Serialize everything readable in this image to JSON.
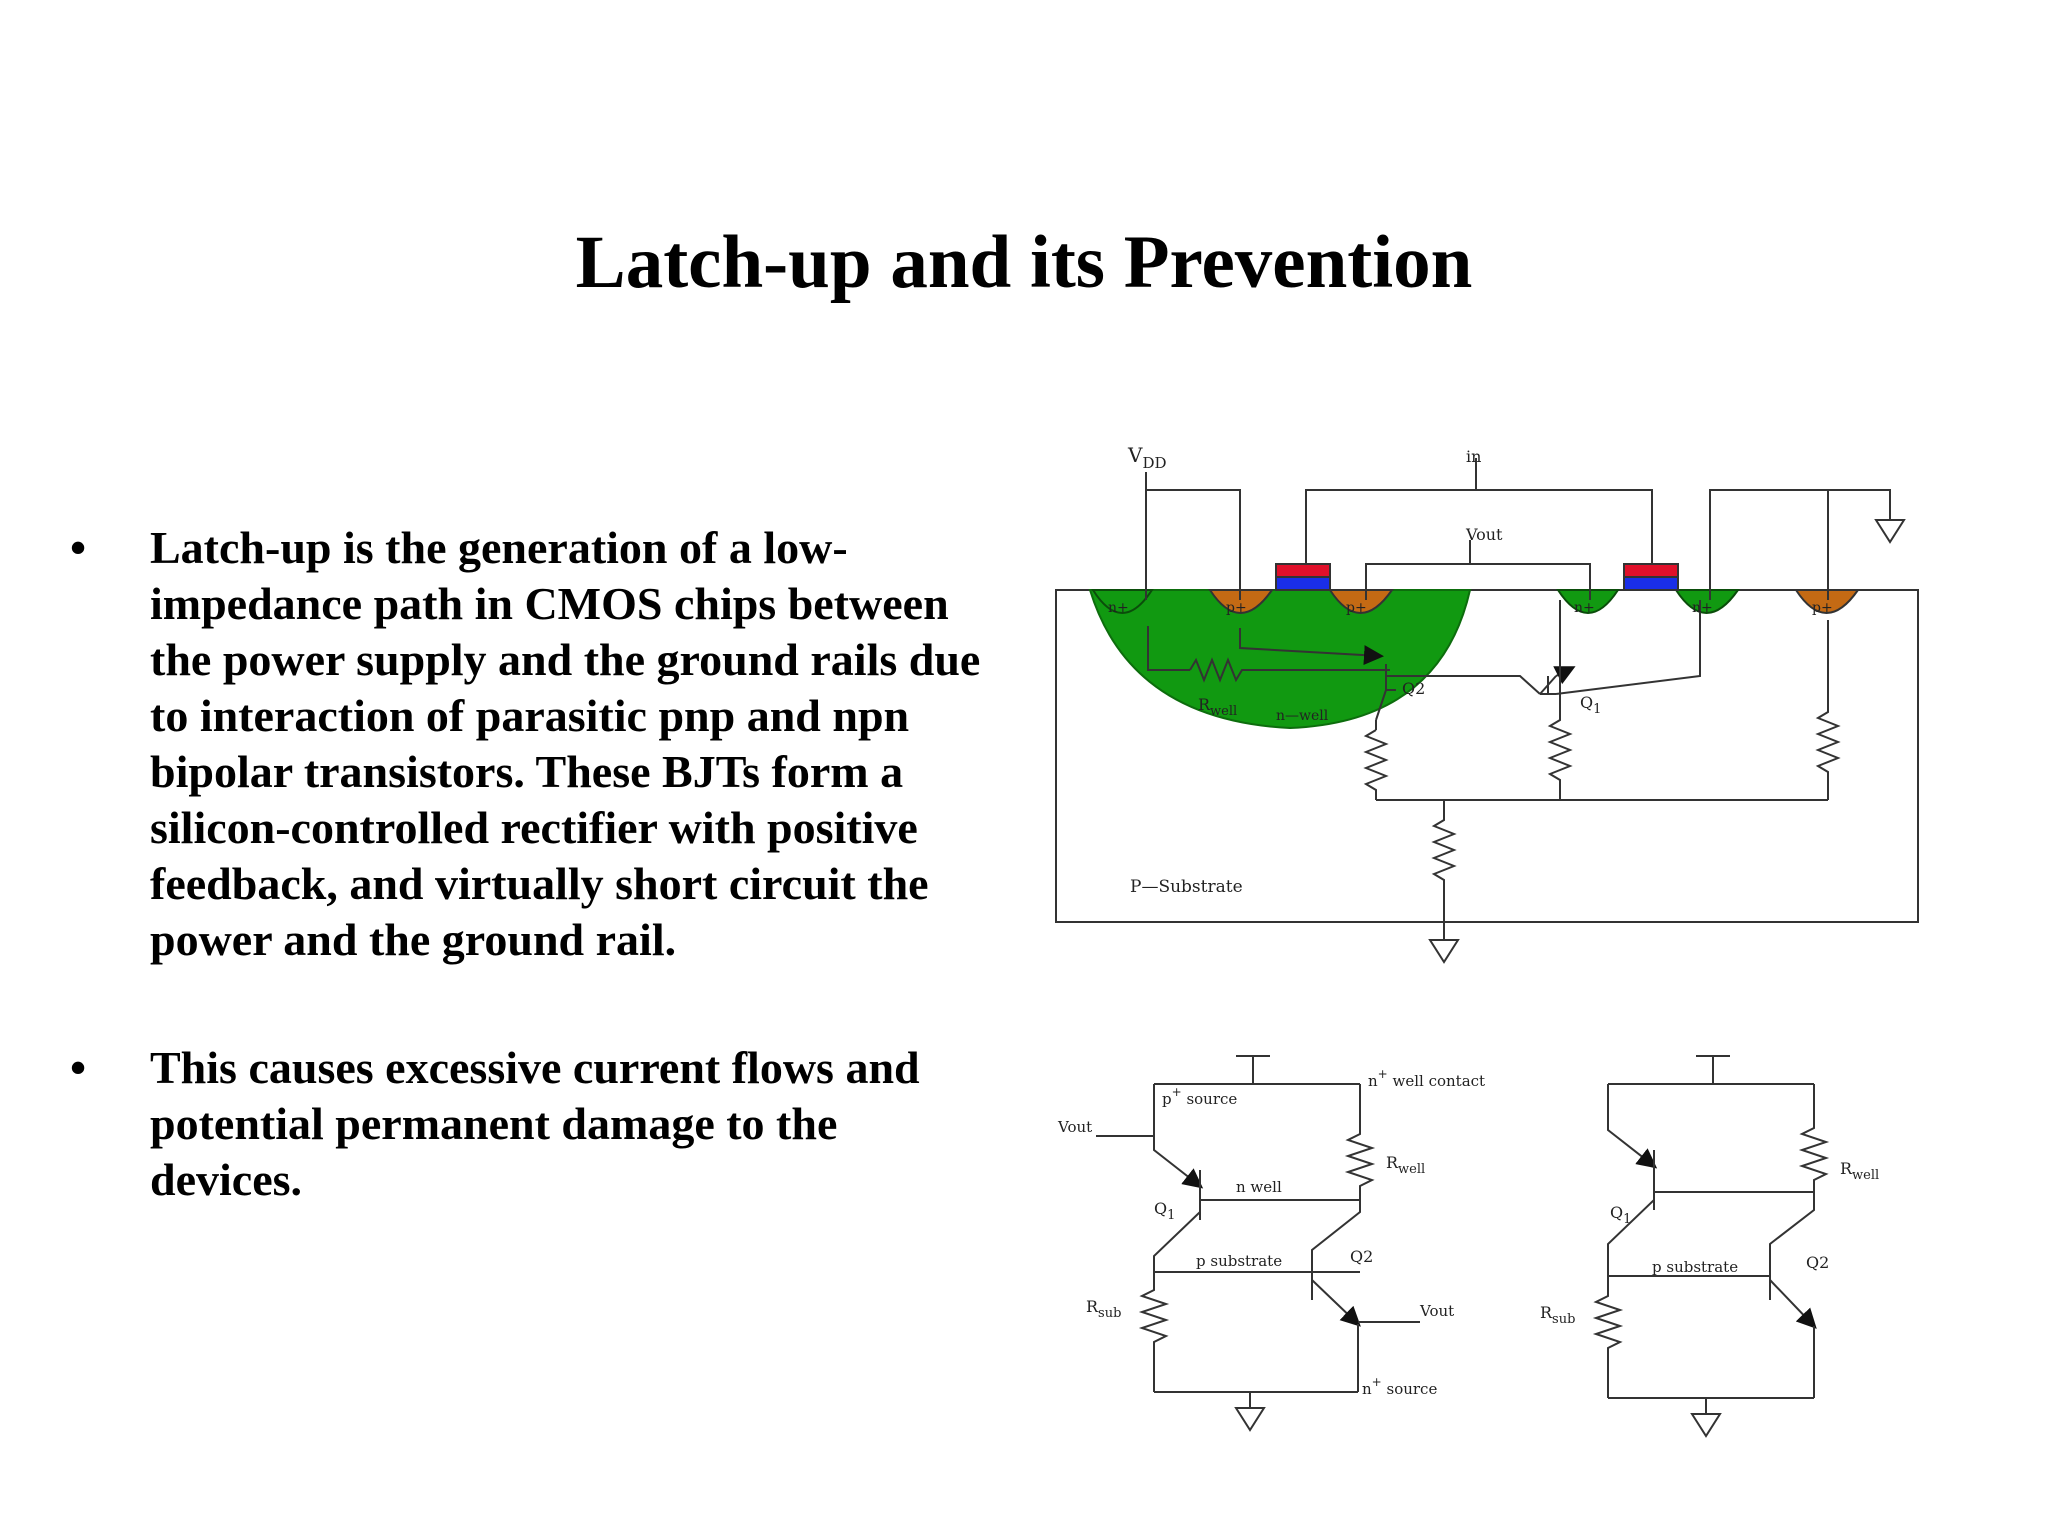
{
  "title": "Latch-up and its Prevention",
  "bullets": [
    "Latch-up is the generation of a low-impedance path in CMOS chips between the power supply and the ground rails due to interaction of parasitic pnp and npn bipolar transistors. These BJTs form a silicon-controlled rectifier with positive feedback, and virtually short circuit the power and the ground rail.",
    "This causes excessive current flows and potential permanent damage to the devices."
  ],
  "cross_section": {
    "vdd": "V",
    "vdd_sub": "DD",
    "in": "in",
    "vout": "Vout",
    "nplus": "n+",
    "pplus": "p+",
    "r_well": "R",
    "r_well_sub": "well",
    "n_well": "n—well",
    "q1": "Q",
    "q1_sub": "1",
    "q2": "Q2",
    "substrate": "P—Substrate",
    "colors": {
      "well": "#119911",
      "diffusion": "#c46a14",
      "gate_top": "#e0102a",
      "gate_bottom": "#1a2ee8"
    }
  },
  "circuit_left": {
    "p_source": "p",
    "p_source_sup": "+",
    "p_source_text": " source",
    "n_well_contact": "n",
    "n_well_contact_sup": "+",
    "n_well_contact_text": " well contact",
    "vout_left": "Vout",
    "n_well": "n well",
    "r_well": "R",
    "r_well_sub": "well",
    "q1": "Q",
    "q1_sub": "1",
    "p_substrate": "p substrate",
    "q2": "Q2",
    "r_sub": "R",
    "r_sub_sub": "sub",
    "vout_right": "Vout",
    "n_source": "n",
    "n_source_sup": "+",
    "n_source_text": " source"
  },
  "circuit_right": {
    "r_well": "R",
    "r_well_sub": "well",
    "q1": "Q",
    "q1_sub": "1",
    "p_substrate": "p substrate",
    "q2": "Q2",
    "r_sub": "R",
    "r_sub_sub": "sub"
  }
}
